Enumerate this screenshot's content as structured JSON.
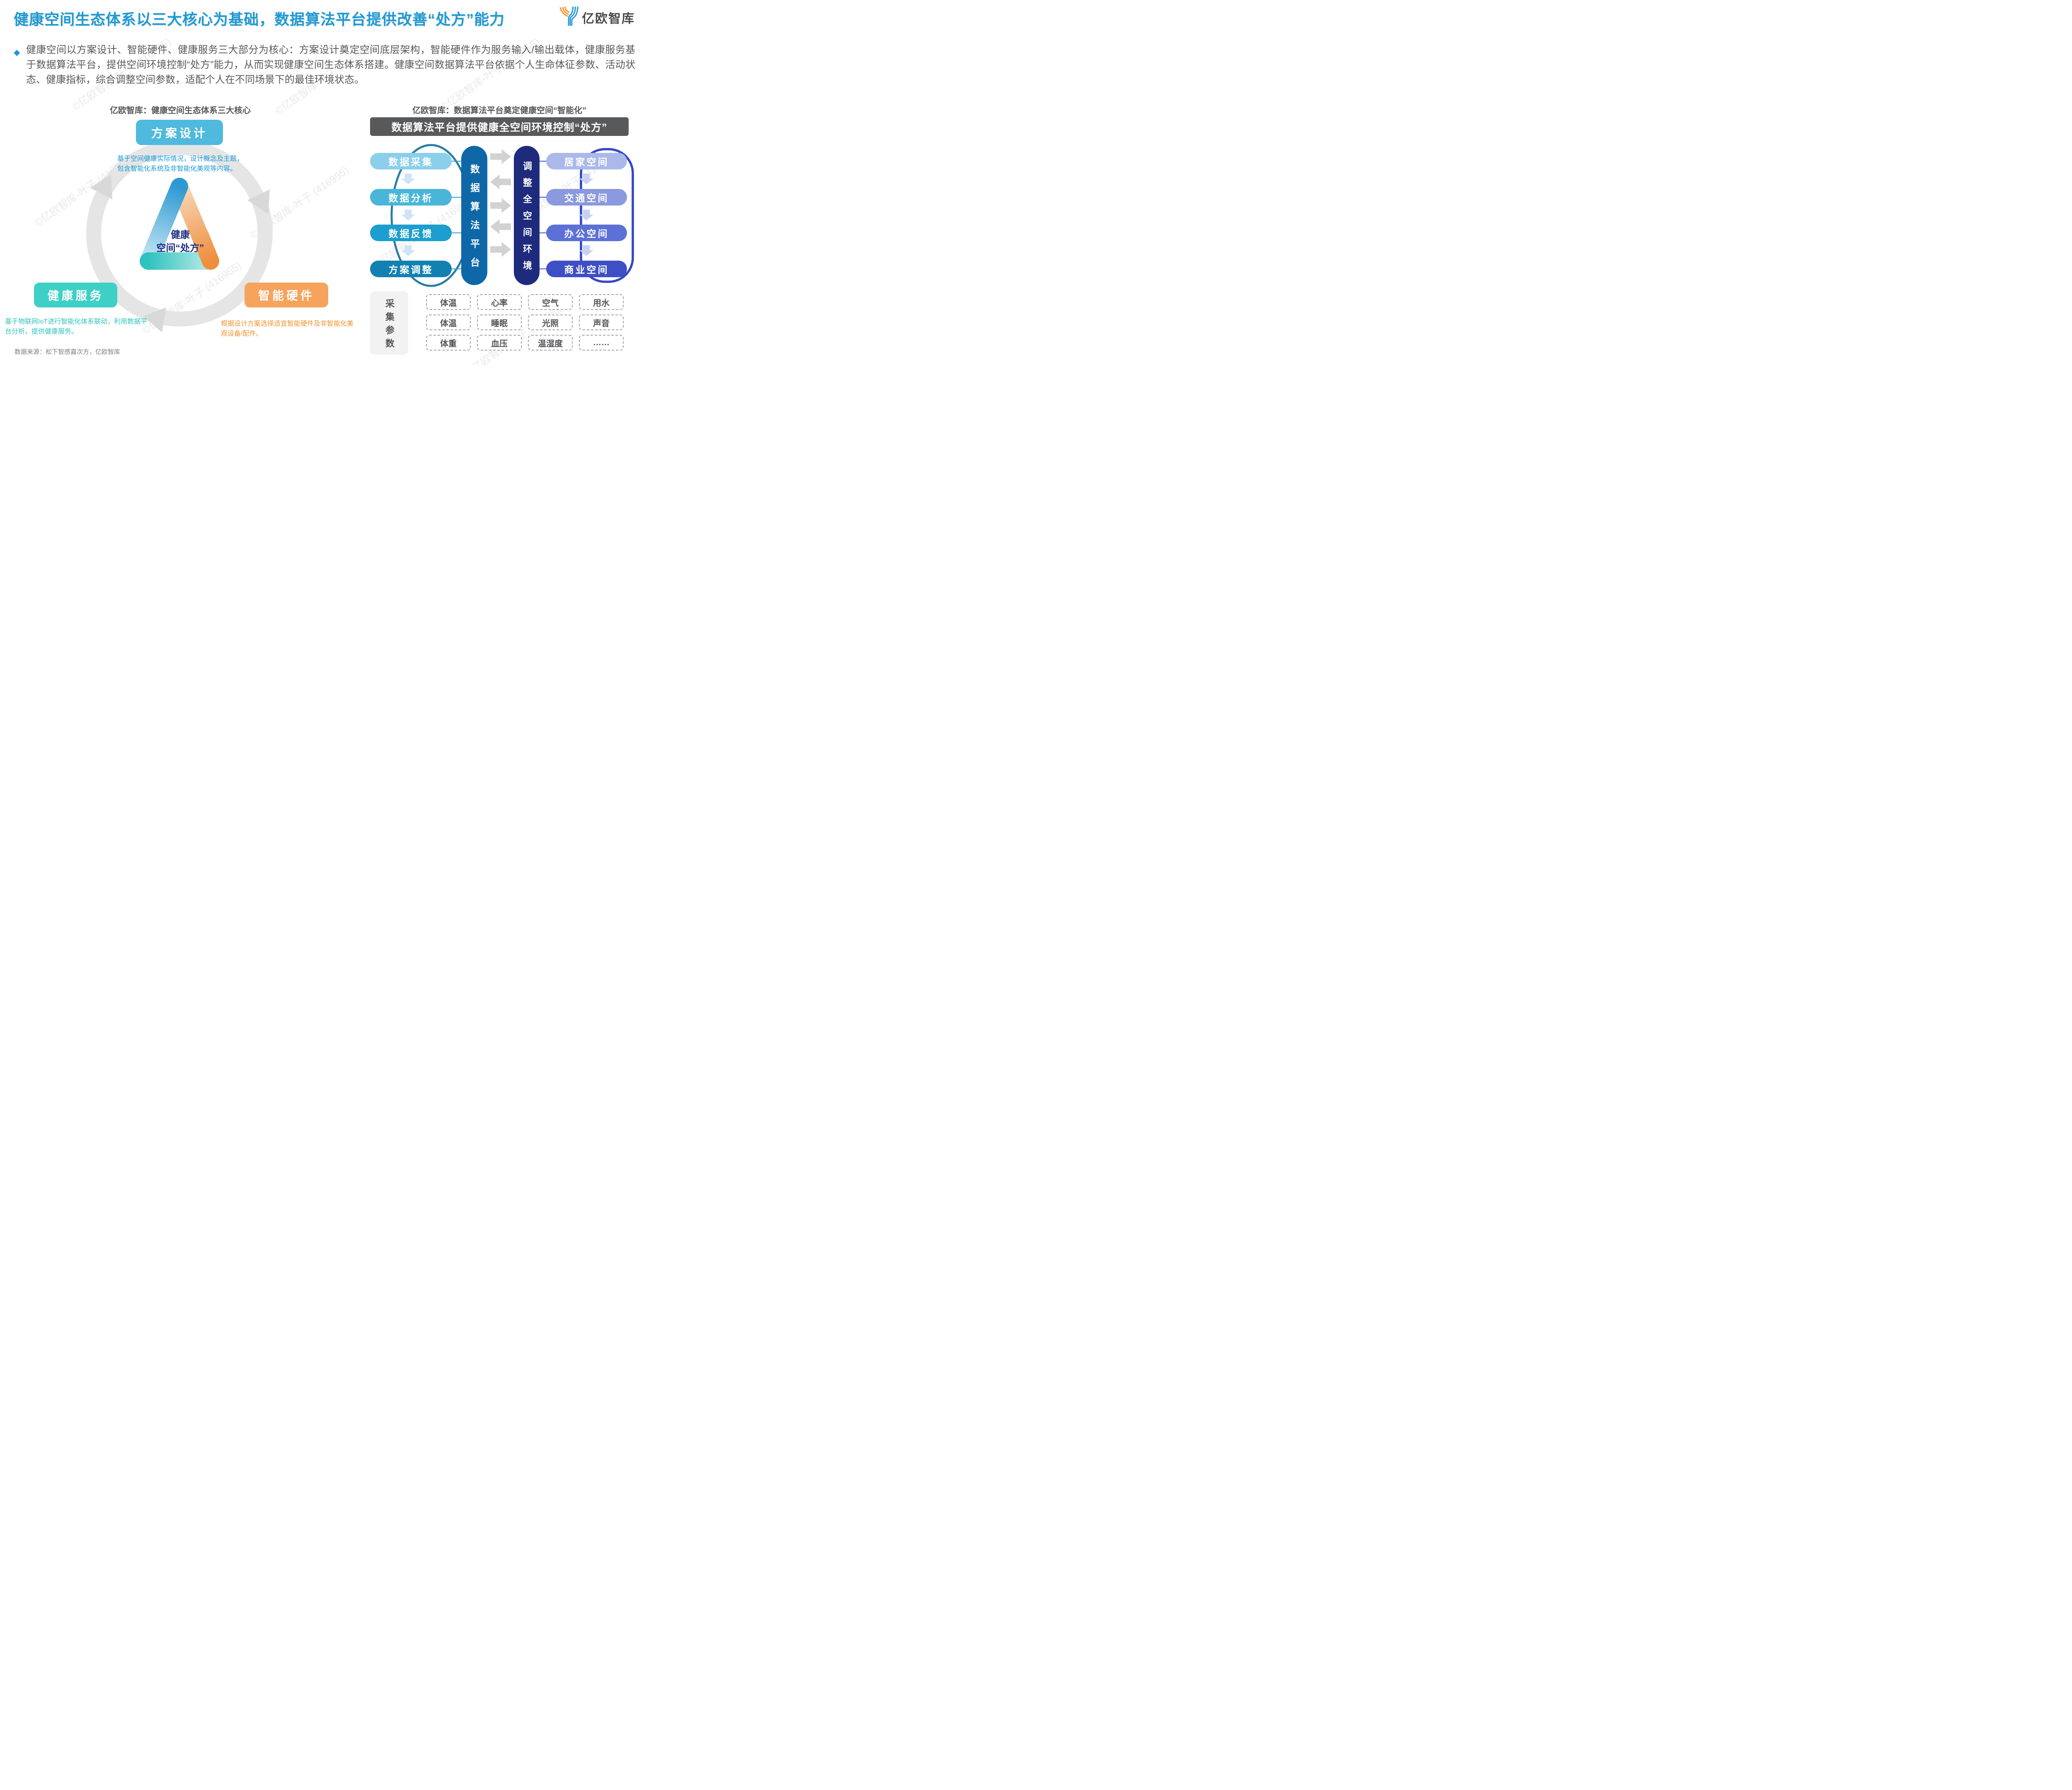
{
  "page": {
    "title": "健康空间生态体系以三大核心为基础，数据算法平台提供改善“处方”能力",
    "logo_text": "亿欧智库"
  },
  "intro": {
    "bullet": "◆",
    "text": "健康空间以方案设计、智能硬件、健康服务三大部分为核心：方案设计奠定空间底层架构，智能硬件作为服务输入/输出载体，健康服务基于数据算法平台，提供空间环境控制“处方”能力，从而实现健康空间生态体系搭建。健康空间数据算法平台依据个人生命体征参数、活动状态、健康指标，综合调整空间参数，适配个人在不同场景下的最佳环境状态。"
  },
  "left_panel": {
    "title": "亿欧智库：健康空间生态体系三大核心",
    "core_top": {
      "label": "方案设计",
      "desc": "基于空间健康实际情况，设计概念及主题，包含智能化系统及非智能化美观等内容。"
    },
    "core_left": {
      "label": "健康服务",
      "desc": "基于物联网IoT进行智能化体系联动，利用数据平台分析，提供健康服务。"
    },
    "core_right": {
      "label": "智能硬件",
      "desc": "根据设计方案选择适宜智能硬件及非智能化美观设备/配件。"
    },
    "center": {
      "line1": "健康",
      "line2": "空间“处方”"
    }
  },
  "right_panel": {
    "title": "亿欧智库：数据算法平台奠定健康空间“智能化”",
    "banner": "数据算法平台提供健康全空间环境控制“处方”",
    "data_steps": [
      "数据采集",
      "数据分析",
      "数据反馈",
      "方案调整"
    ],
    "platform_label": "数据算法平台",
    "adjust_label": "调整全空间环境",
    "spaces": [
      "居家空间",
      "交通空间",
      "办公空间",
      "商业空间"
    ],
    "params_label": "采集参数",
    "params": [
      [
        "体温",
        "心率",
        "空气",
        "用水"
      ],
      [
        "体温",
        "睡眠",
        "光照",
        "声音"
      ],
      [
        "体重",
        "血压",
        "温湿度",
        "……"
      ]
    ]
  },
  "footer": {
    "source": "数据来源：松下智感嘉次方，亿欧智库"
  },
  "watermark": {
    "text": "©亿欧智库-叶子 (416955)"
  },
  "colors": {
    "title_blue": "#1b9ad6",
    "body_grey": "#595959",
    "plan_design_blue": "#4fb9de",
    "health_service_teal": "#3ed0c6",
    "smart_hardware_orange": "#f6a35d",
    "banner_grey": "#58595b",
    "data_pills": [
      "#8bcfeb",
      "#49b6d9",
      "#1c9ecf",
      "#1281b2"
    ],
    "space_pills": [
      "#acb8e9",
      "#8b99de",
      "#5c71d6",
      "#3e4fc5"
    ],
    "platform_pill": "#0e67a7",
    "adjust_pill": "#1e2b7d",
    "triangle": {
      "blue": "#2d99d2",
      "teal": "#2fc3c0",
      "orange": "#ee8f3c"
    },
    "center_text_navy": "#1d2e83",
    "cycle_ring_grey": "#e5e5e5",
    "block_arrow_grey": "#d2d2d2",
    "loop_ring_blue": "#3347c5",
    "flow_ring_teal": "#2b7da3"
  }
}
